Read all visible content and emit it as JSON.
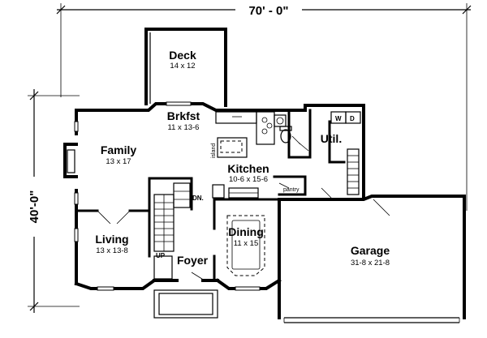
{
  "dimensions": {
    "width_label": "70' - 0\"",
    "depth_label": "40'-0\""
  },
  "rooms": [
    {
      "id": "deck",
      "name": "Deck",
      "size": "14 x 12"
    },
    {
      "id": "brkfst",
      "name": "Brkfst",
      "size": "11 x 13-6"
    },
    {
      "id": "family",
      "name": "Family",
      "size": "13 x 17"
    },
    {
      "id": "kitchen",
      "name": "Kitchen",
      "size": "10-6 x 15-6"
    },
    {
      "id": "util",
      "name": "Util.",
      "size": ""
    },
    {
      "id": "living",
      "name": "Living",
      "size": "13 x 13-8"
    },
    {
      "id": "dining",
      "name": "Dining",
      "size": "11 x 15"
    },
    {
      "id": "foyer",
      "name": "Foyer",
      "size": ""
    },
    {
      "id": "garage",
      "name": "Garage",
      "size": "31-8 x 21-8"
    }
  ],
  "small_labels": {
    "island": "island",
    "pantry": "pantry",
    "down": "DN.",
    "up": "UP",
    "washer": "W",
    "dryer": "D"
  }
}
